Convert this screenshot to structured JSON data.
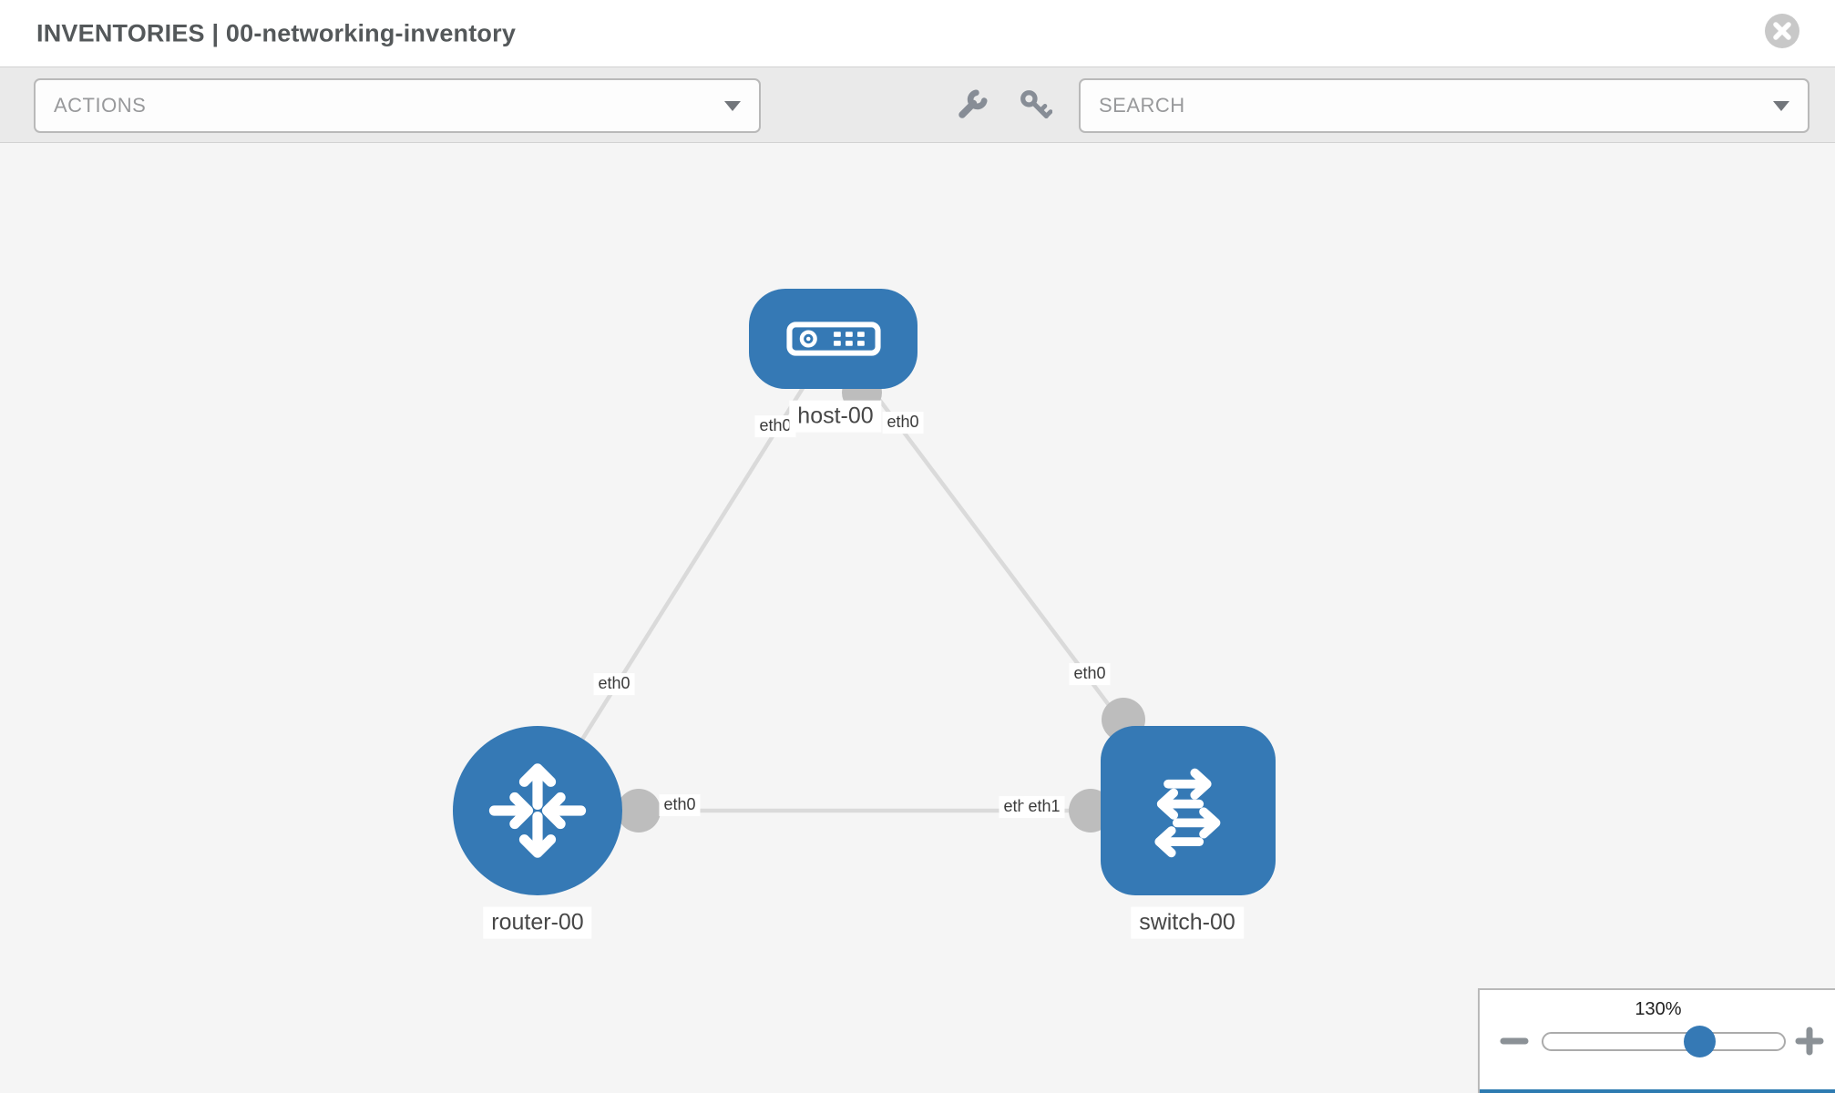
{
  "header": {
    "title": "INVENTORIES | 00-networking-inventory"
  },
  "toolbar": {
    "actions_label": "ACTIONS",
    "search_label": "SEARCH",
    "icons": {
      "configure": "wrench-icon",
      "credentials": "key-icon"
    }
  },
  "topology": {
    "nodes": [
      {
        "label": "host-00",
        "type": "host"
      },
      {
        "label": "router-00",
        "type": "router"
      },
      {
        "label": "switch-00",
        "type": "switch"
      }
    ],
    "edges": [
      {
        "from": "host-00",
        "to": "router-00"
      },
      {
        "from": "host-00",
        "to": "switch-00"
      },
      {
        "from": "router-00",
        "to": "switch-00"
      }
    ],
    "interface_labels": [
      "eth0",
      "eth0",
      "eth0",
      "eth0",
      "eth0",
      "eth0",
      "eth1"
    ]
  },
  "zoom": {
    "level": "130%"
  },
  "colors": {
    "node_blue": "#3579b5",
    "edge_gray": "#dadada",
    "port_gray": "#bdbdbd",
    "panel_accent": "#2e7bb1"
  }
}
